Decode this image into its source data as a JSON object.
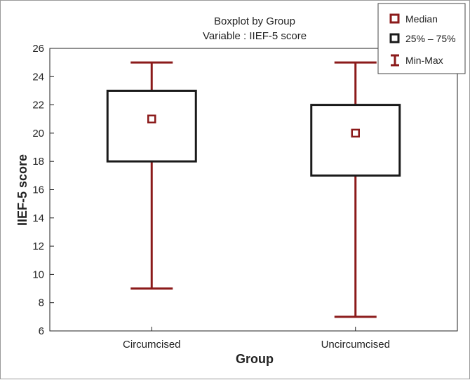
{
  "chart_data": {
    "type": "boxplot",
    "title": "Boxplot by Group",
    "subtitle": "Variable : IIEF-5 score",
    "xlabel": "Group",
    "ylabel": "IIEF-5 score",
    "ylim": [
      6,
      26
    ],
    "yticks": [
      "6",
      "8",
      "10",
      "12",
      "14",
      "16",
      "18",
      "20",
      "22",
      "24",
      "26"
    ],
    "categories": [
      "Circumcised",
      "Uncircumcised"
    ],
    "boxes": [
      {
        "category": "Circumcised",
        "min": 9,
        "q1": 18,
        "median": 21,
        "q3": 23,
        "max": 25
      },
      {
        "category": "Uncircumcised",
        "min": 7,
        "q1": 17,
        "median": 20,
        "q3": 22,
        "max": 25
      }
    ],
    "legend": {
      "position": "top-right",
      "items": [
        {
          "key": "median",
          "label": "Median"
        },
        {
          "key": "iqr",
          "label": "25% – 75%"
        },
        {
          "key": "range",
          "label": "Min-Max"
        }
      ]
    },
    "colors": {
      "whisker": "#8b1a1a",
      "box": "#1a1a1a",
      "median": "#8b1a1a"
    },
    "grid": false
  }
}
